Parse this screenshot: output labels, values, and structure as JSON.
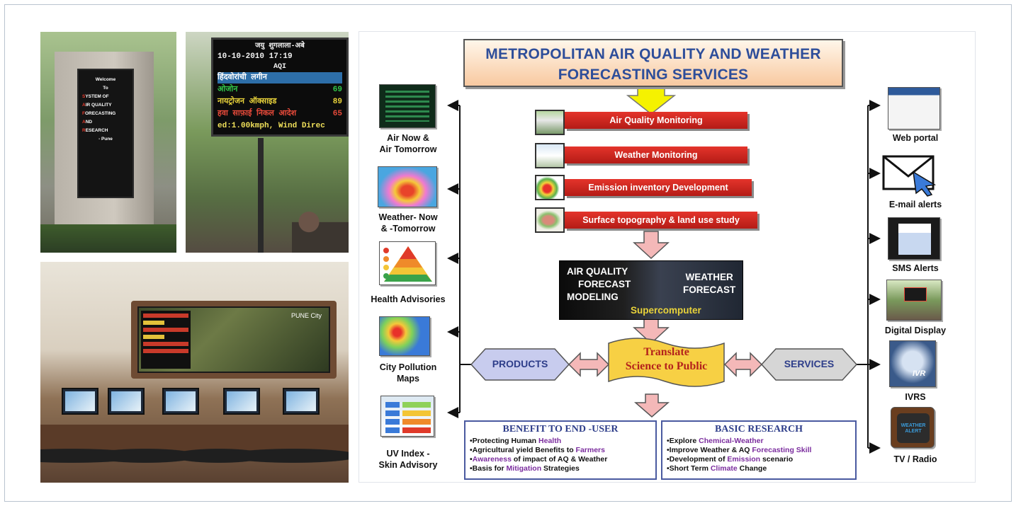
{
  "photos": {
    "board_screen_lines": [
      "Welcome",
      "To"
    ],
    "board_rows": [
      {
        "letter": "S",
        "rest": "YSTEM OF"
      },
      {
        "letter": "A",
        "rest": "IR QUALITY"
      },
      {
        "letter": "F",
        "rest": "ORECASTING"
      },
      {
        "letter": "A",
        "rest": "ND"
      },
      {
        "letter": "R",
        "rest": "ESEARCH"
      }
    ],
    "board_city": "- Pune",
    "led_header": "जयु शुगलाला-अबे",
    "led_datetime": "10-10-2010   17:19",
    "led_aqi": "AQI",
    "led_banner": "हिंदवोरांची लगीन",
    "led_row1_label": "ओजोन",
    "led_row1_value": "69",
    "led_row2_label": "नायट्रोजन ऑक्साइड",
    "led_row2_value": "89",
    "led_row3_label": "हवा साफ़ाई निकल आदेश",
    "led_row3_value": "65",
    "led_wind": "ed:1.00kmph, Wind Direc",
    "room_display_city": "PUNE City"
  },
  "diagram": {
    "title_line1": "METROPOLITAN AIR QUALITY AND WEATHER",
    "title_line2": "FORECASTING SERVICES",
    "inputs": [
      "Air Quality Monitoring",
      "Weather Monitoring",
      "Emission inventory Development",
      "Surface topography & land use study"
    ],
    "model_aq_line1": "AIR QUALITY",
    "model_aq_line2": "FORECAST",
    "model_aq_line3": "MODELING",
    "model_wf_line1": "WEATHER",
    "model_wf_line2": "FORECAST",
    "model_super": "Supercomputer",
    "translate_line1": "Translate",
    "translate_line2": "Science to Public",
    "products_label": "PRODUCTS",
    "services_label": "SERVICES",
    "benefit": {
      "title": "BENEFIT TO END -USER",
      "items": [
        {
          "pre": "•Protecting Human ",
          "hl": "Health",
          "post": ""
        },
        {
          "pre": "•Agricultural yield Benefits to ",
          "hl": "Farmers",
          "post": ""
        },
        {
          "pre": "•",
          "hl": "Awareness",
          "post": " of impact of AQ & Weather"
        },
        {
          "pre": "•Basis for ",
          "hl": "Mitigation",
          "post": " Strategies"
        }
      ]
    },
    "research": {
      "title": "BASIC RESEARCH",
      "items": [
        {
          "pre": "•Explore ",
          "hl": "Chemical-Weather",
          "post": ""
        },
        {
          "pre": "•Improve Weather & AQ ",
          "hl": "Forecasting Skill",
          "post": ""
        },
        {
          "pre": "•Development of ",
          "hl": "Emission",
          "post": " scenario"
        },
        {
          "pre": "•Short Term ",
          "hl": "Climate",
          "post": " Change"
        }
      ]
    },
    "products": [
      {
        "line1": "Air Now  &",
        "line2": "Air Tomorrow"
      },
      {
        "line1": "Weather- Now",
        "line2": "& -Tomorrow"
      },
      {
        "line1": "Health Advisories",
        "line2": ""
      },
      {
        "line1": "City Pollution",
        "line2": "Maps"
      },
      {
        "line1": "UV Index -",
        "line2": "Skin Advisory"
      }
    ],
    "services": [
      {
        "line1": "Web portal",
        "line2": ""
      },
      {
        "line1": "E-mail alerts",
        "line2": ""
      },
      {
        "line1": "SMS Alerts",
        "line2": ""
      },
      {
        "line1": "Digital Display",
        "line2": ""
      },
      {
        "line1": "IVRS",
        "line2": ""
      },
      {
        "line1": "TV / Radio",
        "line2": ""
      }
    ],
    "ivrs_badge": "IVR",
    "tv_badge": "WEATHER ALERT"
  },
  "colors": {
    "title_text": "#2e4e9a",
    "input_bar": "#d9261f",
    "translate_fill": "#f7d044",
    "arrow_fill": "#f5f200",
    "pink_arrow": "#f4b8b8",
    "hex_fill": "#c8ccee",
    "hex_gray": "#d6d6d6"
  }
}
